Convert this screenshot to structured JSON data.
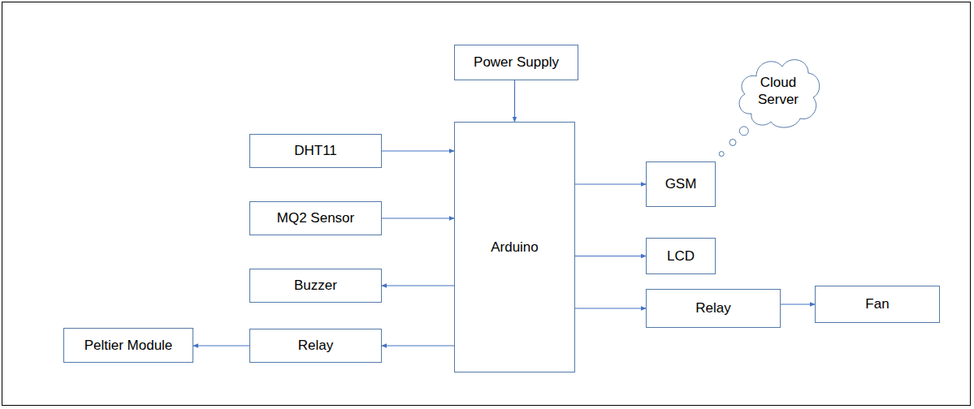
{
  "diagram": {
    "nodes": [
      {
        "text": [
          "Power Supply"
        ]
      },
      {
        "text": [
          "Cloud Server"
        ]
      },
      {
        "text": [
          "DHT11"
        ]
      },
      {
        "text": [
          "Arduino"
        ]
      },
      {
        "text": [
          "GSM"
        ]
      },
      {
        "text": [
          "MQ2 Sensor"
        ]
      },
      {
        "text": [
          "LCD"
        ]
      },
      {
        "text": [
          "Buzzer"
        ]
      },
      {
        "text": [
          "Relay"
        ]
      },
      {
        "text": [
          "Fan"
        ]
      },
      {
        "text": [
          "Peltier Module"
        ]
      },
      {
        "text": [
          "Relay"
        ]
      }
    ],
    "edges": [
      {
        "from": 0,
        "to": 3,
        "arrow": "to"
      },
      {
        "from": 2,
        "to": 3,
        "arrow": "to"
      },
      {
        "from": 5,
        "to": 3,
        "arrow": "to"
      },
      {
        "from": 3,
        "to": 7,
        "arrow": "to"
      },
      {
        "from": 3,
        "to": 4,
        "arrow": "to"
      },
      {
        "from": 3,
        "to": 6,
        "arrow": "to"
      },
      {
        "from": 3,
        "to": 8,
        "arrow": "to"
      },
      {
        "from": 8,
        "to": 9,
        "arrow": "to"
      },
      {
        "from": 3,
        "to": 11,
        "arrow": "to"
      },
      {
        "from": 11,
        "to": 10,
        "arrow": "to"
      },
      {
        "from": 4,
        "to": 1,
        "arrow": "none"
      }
    ]
  }
}
